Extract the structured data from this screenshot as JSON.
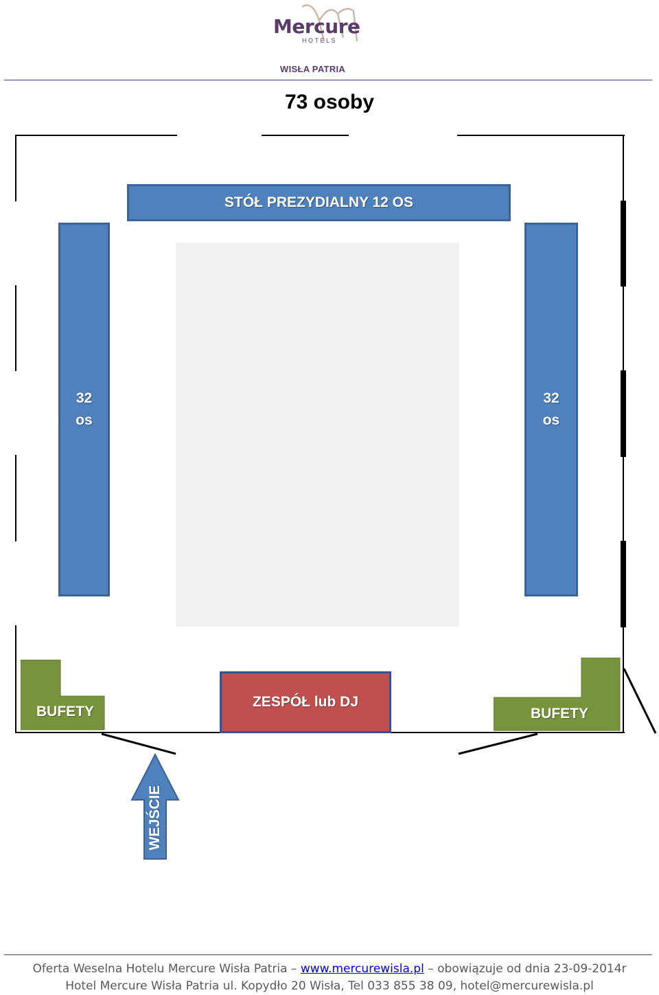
{
  "header": {
    "brand": "Mercure",
    "brand_sub": "HOTELS",
    "location": "WISŁA PATRIA"
  },
  "title": "73 osoby",
  "plan": {
    "head_table": "STÓŁ PREZYDIALNY 12 OS",
    "left_table": {
      "count": "32",
      "unit": "os"
    },
    "right_table": {
      "count": "32",
      "unit": "os"
    },
    "band": "ZESPÓŁ lub DJ",
    "buffet_left": "BUFETY",
    "buffet_right": "BUFETY",
    "entrance": "WEJŚCIE",
    "colors": {
      "table": "#4f81bd",
      "band": "#c0504d",
      "buffet": "#77933c",
      "floor": "#f2f2f2",
      "brand": "#5b3b6c"
    }
  },
  "footer": {
    "line1_prefix": "Oferta Weselna Hotelu Mercure Wisła Patria –",
    "line1_link": "www.mercurewisla.pl",
    "line1_suffix": "– obowiązuje od dnia 23-09-2014r",
    "line2": "Hotel Mercure Wisła Patria ul. Kopydło 20 Wisła, Tel  033 855 38 09, hotel@mercurewisla.pl"
  }
}
